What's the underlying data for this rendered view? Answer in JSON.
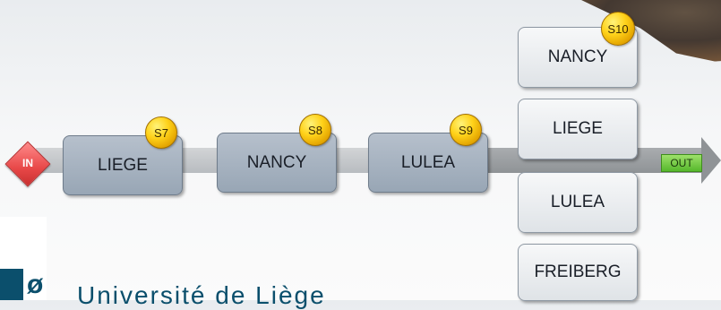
{
  "flow": {
    "in_label": "IN",
    "out_label": "OUT"
  },
  "steps": [
    {
      "badge": "S7",
      "label": "LIEGE"
    },
    {
      "badge": "S8",
      "label": "NANCY"
    },
    {
      "badge": "S9",
      "label": "LULEA"
    },
    {
      "badge": "S10",
      "options": [
        "NANCY",
        "LIEGE",
        "LULEA",
        "FREIBERG"
      ]
    }
  ],
  "footer": {
    "university": "Université de Liège"
  }
}
